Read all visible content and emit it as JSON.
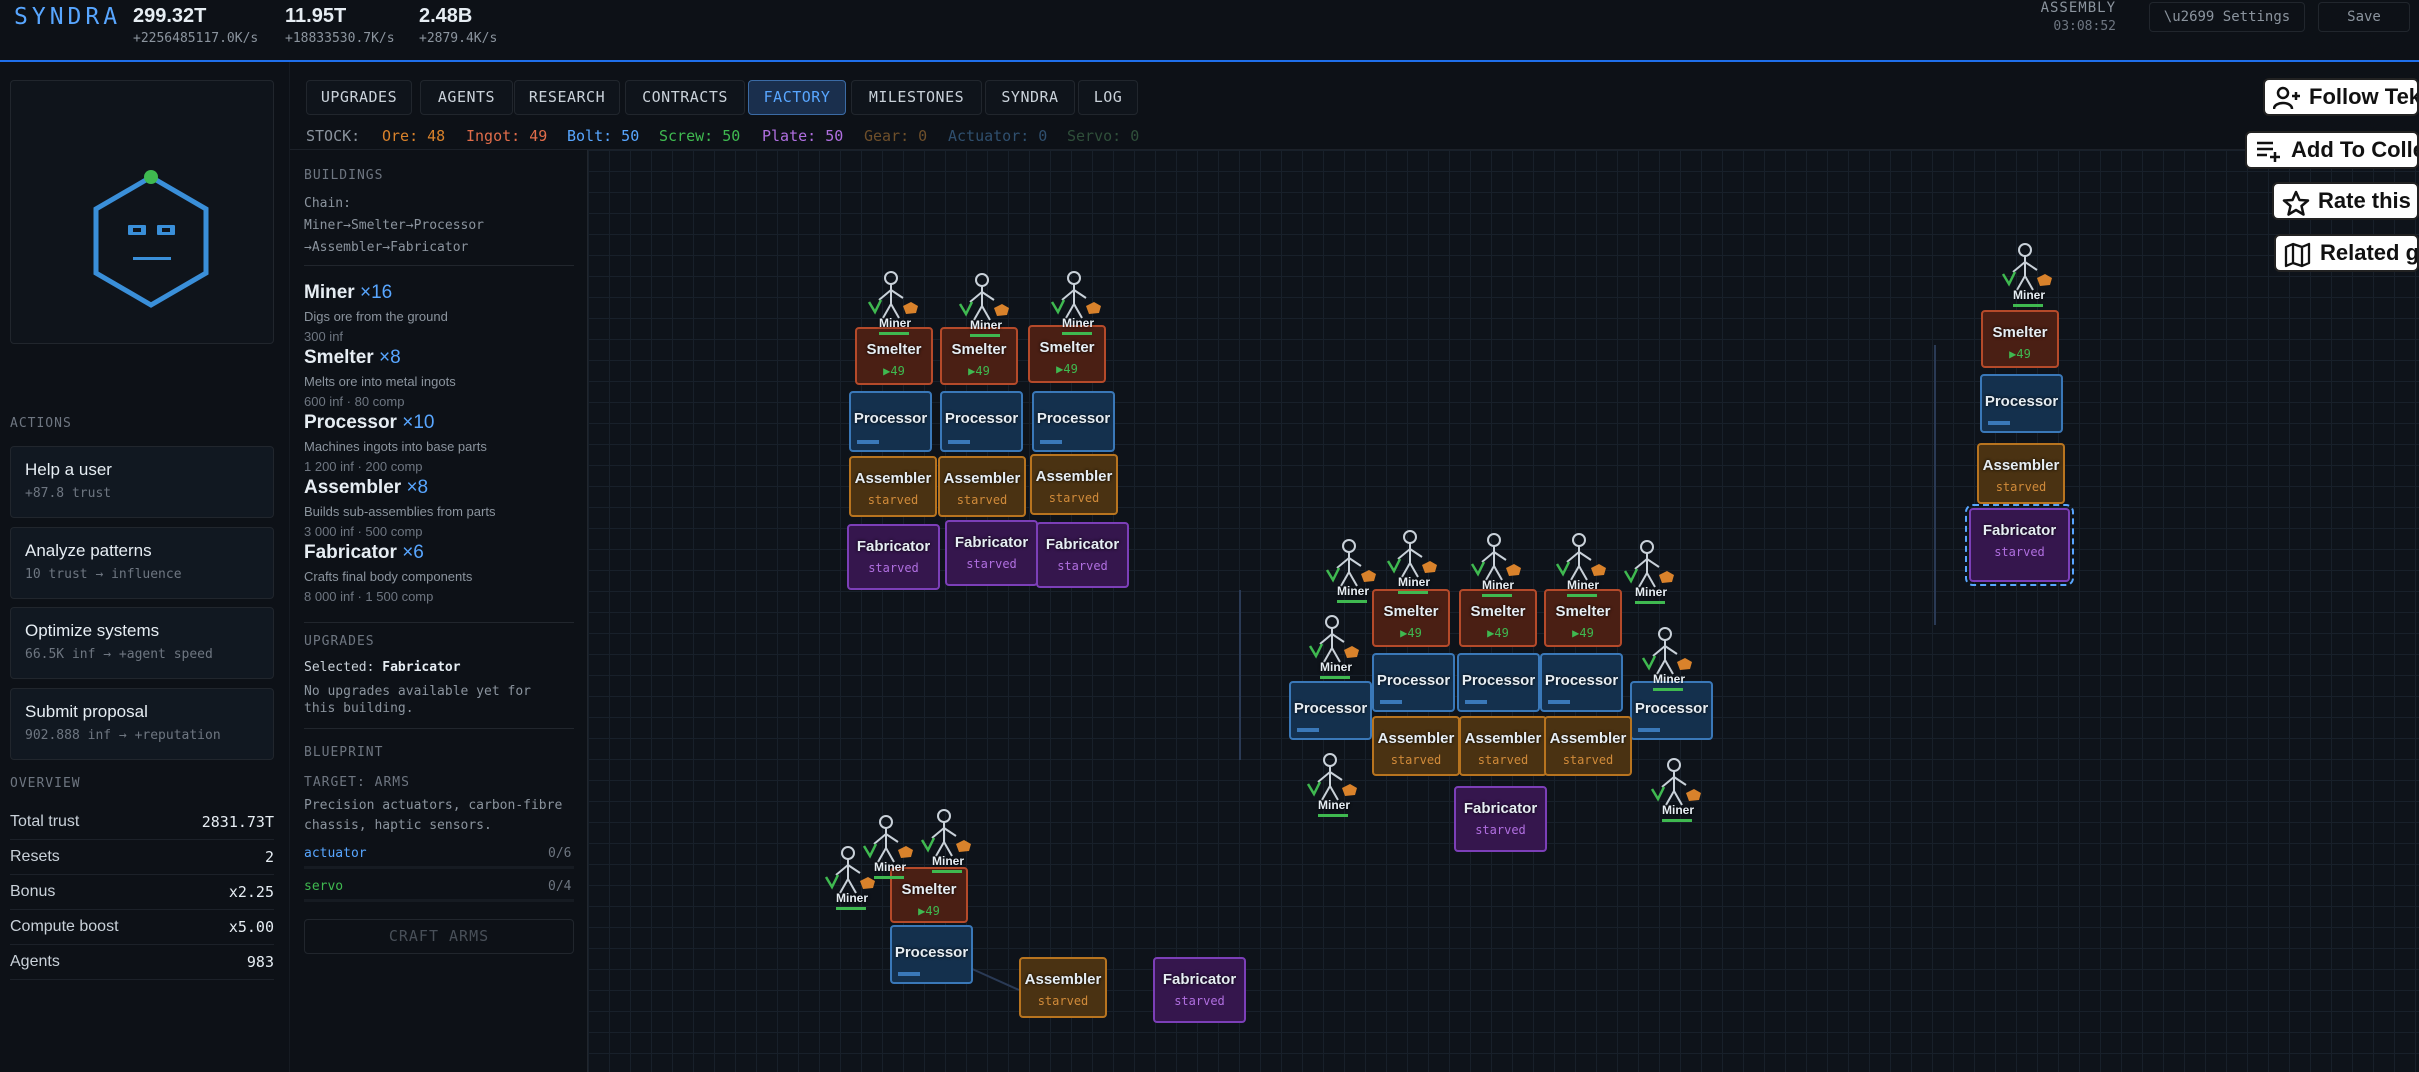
{
  "header": {
    "brand": "SYNDRA",
    "stats": [
      {
        "value": "299.32T",
        "rate": "+2256485117.0K/s"
      },
      {
        "value": "11.95T",
        "rate": "+18833530.7K/s"
      },
      {
        "value": "2.48B",
        "rate": "+2879.4K/s"
      }
    ],
    "phase": "ASSEMBLY",
    "timer": "03:08:52",
    "settings_label": "\\u2699 Settings",
    "save_label": "Save"
  },
  "sidebar": {
    "actions_title": "ACTIONS",
    "actions": [
      {
        "label": "Help a user",
        "sub": "+87.8 trust"
      },
      {
        "label": "Analyze patterns",
        "sub": "10 trust → influence"
      },
      {
        "label": "Optimize systems",
        "sub": "66.5K inf → +agent speed"
      },
      {
        "label": "Submit proposal",
        "sub": "902.888 inf → +reputation"
      }
    ],
    "overview_title": "OVERVIEW",
    "overview": [
      {
        "key": "Total trust",
        "value": "2831.73T"
      },
      {
        "key": "Resets",
        "value": "2"
      },
      {
        "key": "Bonus",
        "value": "x2.25"
      },
      {
        "key": "Compute boost",
        "value": "x5.00"
      },
      {
        "key": "Agents",
        "value": "983"
      }
    ]
  },
  "tabs": [
    "UPGRADES",
    "AGENTS",
    "RESEARCH",
    "CONTRACTS",
    "FACTORY",
    "MILESTONES",
    "SYNDRA",
    "LOG"
  ],
  "active_tab": "FACTORY",
  "stock": {
    "label": "STOCK:",
    "items": [
      {
        "text": "Ore: 48",
        "color": "#d9822b"
      },
      {
        "text": "Ingot: 49",
        "color": "#e06c4a"
      },
      {
        "text": "Bolt: 50",
        "color": "#58a6ff"
      },
      {
        "text": "Screw: 50",
        "color": "#3fb950"
      },
      {
        "text": "Plate: 50",
        "color": "#b06fe0"
      },
      {
        "text": "Gear: 0",
        "color": "#6e4f2a"
      },
      {
        "text": "Actuator: 0",
        "color": "#2f4f6e"
      },
      {
        "text": "Servo: 0",
        "color": "#2f4f3a"
      }
    ]
  },
  "panel": {
    "buildings_title": "BUILDINGS",
    "chain_lines": [
      "Chain:",
      "Miner→Smelter→Processor",
      "→Assembler→Fabricator"
    ],
    "buildings": [
      {
        "name": "Miner",
        "count": "×16",
        "desc": "Digs ore from the ground",
        "cost": "300 inf"
      },
      {
        "name": "Smelter",
        "count": "×8",
        "desc": "Melts ore into metal ingots",
        "cost": "600 inf · 80 comp"
      },
      {
        "name": "Processor",
        "count": "×10",
        "desc": "Machines ingots into base parts",
        "cost": "1 200 inf · 200 comp"
      },
      {
        "name": "Assembler",
        "count": "×8",
        "desc": "Builds sub-assemblies from parts",
        "cost": "3 000 inf · 500 comp"
      },
      {
        "name": "Fabricator",
        "count": "×6",
        "desc": "Crafts final body components",
        "cost": "8 000 inf · 1 500 comp"
      }
    ],
    "upgrades_title": "UPGRADES",
    "selected_label": "Selected:",
    "selected_value": "Fabricator",
    "no_upgrades": [
      "No upgrades available yet for",
      "this building."
    ],
    "blueprint_title": "BLUEPRINT",
    "target": "TARGET: ARMS",
    "target_desc": [
      "Precision actuators, carbon-fibre",
      "chassis, haptic sensors."
    ],
    "requirements": [
      {
        "name": "actuator",
        "progress": "0/6",
        "color": "#58a6ff"
      },
      {
        "name": "servo",
        "progress": "0/4",
        "color": "#3fb950"
      }
    ],
    "craft_label": "CRAFT ARMS"
  },
  "factory": {
    "labels": {
      "miner": "Miner",
      "smelter": "Smelter",
      "processor": "Processor",
      "assembler": "Assembler",
      "fabricator": "Fabricator",
      "smelter_status": "▶49",
      "starved": "starved"
    }
  },
  "ext_buttons": [
    "Follow Tekw",
    "Add To Collec",
    "Rate this ga",
    "Related ga"
  ]
}
